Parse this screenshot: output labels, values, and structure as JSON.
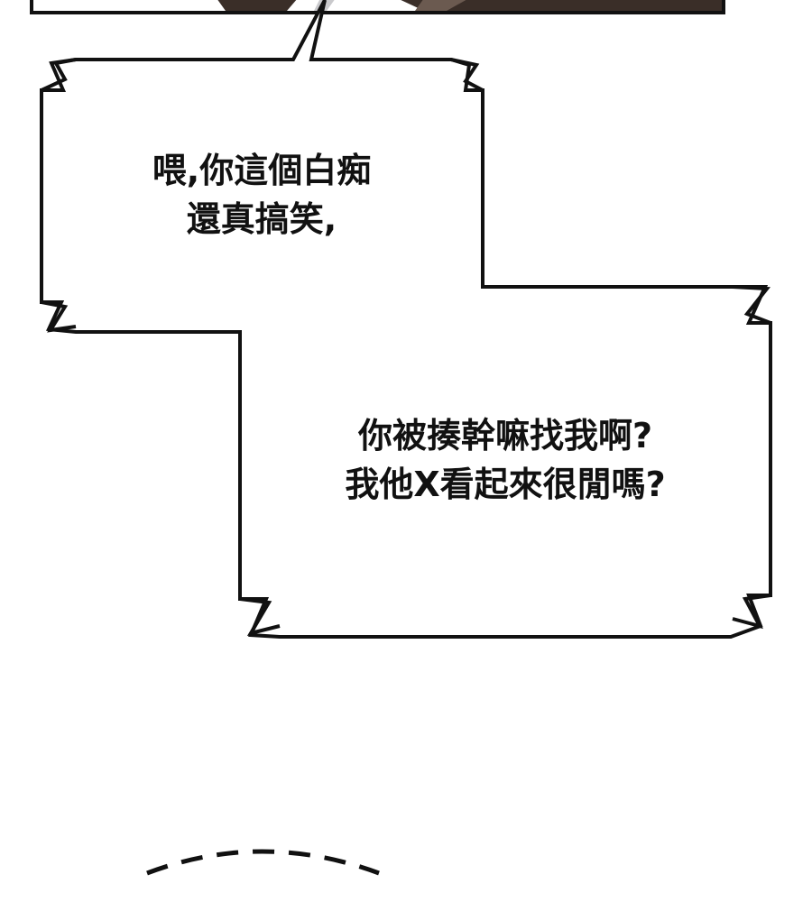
{
  "comic": {
    "bubbles": [
      {
        "lines": [
          "喂,你這個白痴",
          "還真搞笑,"
        ]
      },
      {
        "lines": [
          "你被揍幹嘛找我啊?",
          "我他X看起來很閒嗎?"
        ]
      }
    ]
  },
  "colors": {
    "background": "#ffffff",
    "ink": "#111111",
    "panel_dark": "#3a2e28",
    "panel_mid": "#6b5a50"
  }
}
